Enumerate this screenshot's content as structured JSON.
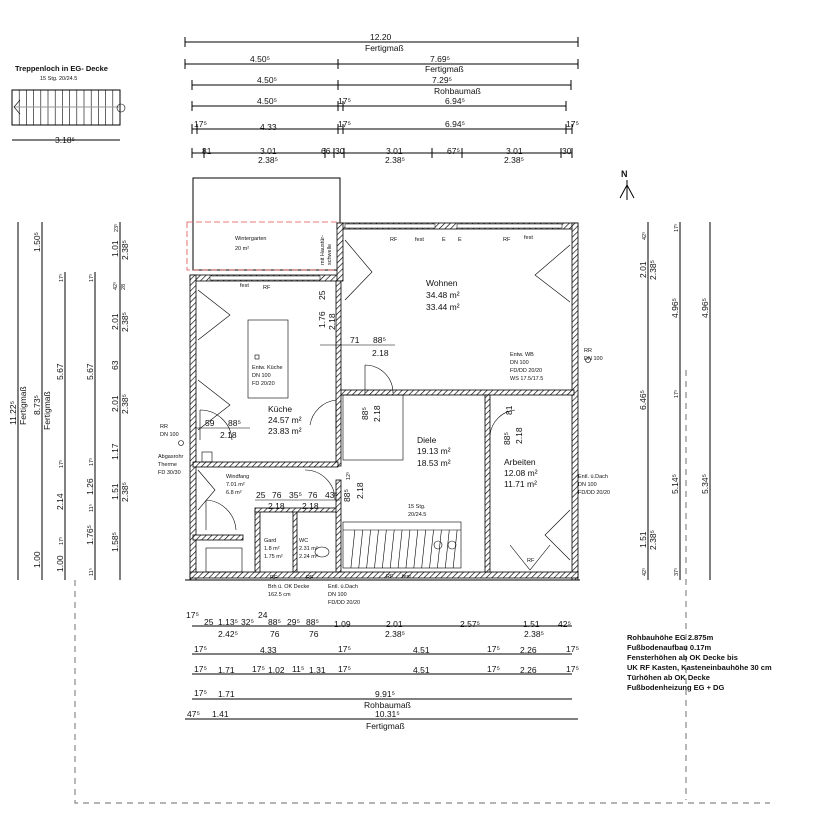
{
  "stair_detail": {
    "title": "Treppenloch in EG- Decke",
    "subtitle": "15 Stg. 20/24.5",
    "width": "3.18⁵"
  },
  "dims_top": {
    "r1": [
      "12.20",
      "Fertigmaß"
    ],
    "r2": [
      "4.50⁵",
      "7.69⁵",
      "Fertigmaß"
    ],
    "r3": [
      "4.50⁵",
      "7.29⁵",
      "Rohbaumaß"
    ],
    "r4": [
      "4.50⁵",
      "17⁵",
      "6.94⁵"
    ],
    "r5": [
      "17⁵",
      "4.33",
      "17⁵",
      "6.94⁵",
      "17⁵"
    ],
    "r6": [
      "81",
      "3.01",
      "66",
      "30",
      "3.01",
      "67⁵",
      "3.01",
      "30"
    ],
    "r6b": [
      "2.38⁵",
      "2.38⁵",
      "2.38⁵"
    ]
  },
  "dims_bottom": {
    "r1": [
      "17⁵",
      "25",
      "1.13⁵",
      "32⁵",
      "24",
      "88⁵",
      "29⁵",
      "88⁵",
      "1.09",
      "2.01",
      "2.57⁵",
      "1.51",
      "42⁵"
    ],
    "r1b": [
      "2.42⁵",
      "76",
      "76",
      "2.38⁵",
      "2.38⁵"
    ],
    "r2": [
      "17⁵",
      "4.33",
      "17⁵",
      "4.51",
      "17⁵",
      "2.26",
      "17⁵"
    ],
    "r3": [
      "17⁵",
      "1.71",
      "17⁵",
      "1.02",
      "11⁵",
      "1.31",
      "17⁵",
      "4.51",
      "17⁵",
      "2.26",
      "17⁵"
    ],
    "r4": [
      "17⁵",
      "1.71",
      "9.91⁵",
      "Rohbaumaß"
    ],
    "r5": [
      "47⁵",
      "1.41",
      "10.31⁵",
      "Fertigmaß"
    ]
  },
  "dims_left": {
    "c1": [
      "11.22⁵",
      "Fertigmaß"
    ],
    "c2": [
      "1.50⁵",
      "8.73⁵",
      "Fertigmaß",
      "1.00"
    ],
    "c3": [
      "17⁵",
      "5.67",
      "17⁵",
      "2.14",
      "17⁵",
      "1.00"
    ],
    "c4": [
      "17⁵",
      "5.67",
      "17⁵",
      "1.26",
      "11⁵",
      "1.76⁵",
      "11⁵"
    ],
    "c5": [
      "23⁵",
      "1.01",
      "2.38⁵",
      "42⁵",
      "28",
      "2.01",
      "2.38⁵",
      "63",
      "2.01",
      "2.38⁵",
      "1.17",
      "1.51",
      "2.38⁵",
      "1.58⁵"
    ]
  },
  "dims_right": {
    "c1": [
      "42⁵",
      "2.01",
      "2.38⁵",
      "6.46⁵",
      "1.51",
      "2.38⁵",
      "42⁵"
    ],
    "c2": [
      "17⁵",
      "4.96⁵",
      "17⁵",
      "5.14⁵",
      "37⁵"
    ],
    "c3": [
      "4.96⁵",
      "5.34⁵"
    ]
  },
  "rooms": [
    {
      "name": "Wintergarten",
      "area": "20 m²"
    },
    {
      "name": "Wohnen",
      "area": "34.48 m²",
      "area_net": "33.44 m²"
    },
    {
      "name": "Küche",
      "area": "24.57 m²",
      "area_net": "23.83 m²"
    },
    {
      "name": "Diele",
      "area": "19.13 m²",
      "area_net": "18.53 m²"
    },
    {
      "name": "Arbeiten",
      "area": "12.08 m²",
      "area_net": "11.71 m²"
    },
    {
      "name": "Windfang",
      "area": "7.01 m²",
      "area_net": "6.8 m²"
    },
    {
      "name": "Gard",
      "area": "1.8 m²",
      "area_net": "1.75 m²"
    },
    {
      "name": "WC",
      "area": "2.31 m²",
      "area_net": "2.24 m²"
    }
  ],
  "annotations": {
    "entw_kueche": [
      "Entw. Küche",
      "DN 100",
      "FD 20/20"
    ],
    "entw_wb": [
      "Entw. WB",
      "DN 100",
      "FD/DD 20/20",
      "WS 17.5/17.5"
    ],
    "rr_right": [
      "RR",
      "DN 100"
    ],
    "rr_left": [
      "RR",
      "DN 100"
    ],
    "abgas": [
      "Abgasrohr",
      "Therme",
      "FD 30/30"
    ],
    "entl_right": [
      "Entl. ü.Dach",
      "DN 100",
      "FD/DD 20/20"
    ],
    "brh": [
      "Brh ü. OK Decke",
      "162.5 cm"
    ],
    "entl_bottom": [
      "Entl. ü.Dach",
      "DN 100",
      "FD/DD 20/20"
    ],
    "stairs": [
      "15 Stg.",
      "20/24.5"
    ],
    "haustuer": [
      "mit Haustür-",
      "schwelle"
    ],
    "window": {
      "rf": "RF",
      "fest": "fest",
      "e": "E"
    }
  },
  "interior_dims": {
    "kueche_top": [
      "1.76",
      "25",
      "2.18"
    ],
    "wohnen_door": [
      "71",
      "88⁵",
      "2.18"
    ],
    "kueche_door": [
      "59",
      "88⁵",
      "2.18"
    ],
    "diele_door": [
      "88⁵",
      "2.18"
    ],
    "arbeiten": [
      "81",
      "88⁵",
      "2.18"
    ],
    "windfang": [
      "12⁵",
      "88⁵",
      "2.18"
    ],
    "wc_row": [
      "25",
      "76",
      "35⁵",
      "76",
      "43⁵"
    ],
    "wc_row_b": [
      "2.18",
      "2.18"
    ]
  },
  "notes": [
    "Rohbauhöhe EG 2.875m",
    "Fußbodenaufbau 0.17m",
    "Fensterhöhen ab OK Decke bis",
    "UK RF Kasten, Kasteneinbauhöhe 30 cm",
    "Türhöhen ab OK Decke",
    "Fußbodenheizung EG + DG"
  ],
  "north": "N",
  "colors": {
    "wintergarten_outline": "#e05050",
    "guide": "#888888"
  }
}
